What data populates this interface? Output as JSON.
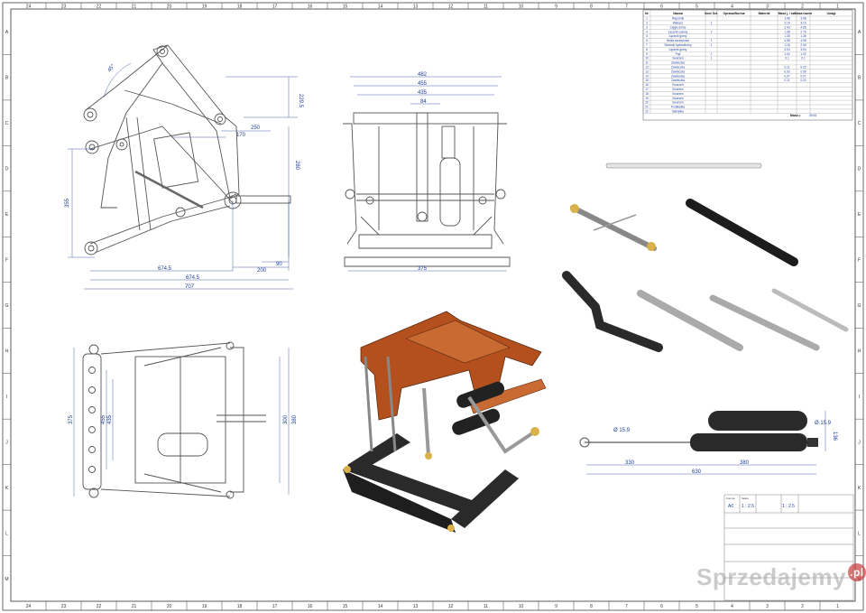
{
  "zones_top": [
    "24",
    "23",
    "22",
    "21",
    "20",
    "19",
    "18",
    "17",
    "16",
    "15",
    "14",
    "13",
    "12",
    "11",
    "10",
    "9",
    "8",
    "7",
    "6",
    "5",
    "4",
    "3",
    "2",
    "1"
  ],
  "zones_side": [
    "A",
    "B",
    "C",
    "D",
    "E",
    "F",
    "G",
    "H",
    "I",
    "J",
    "K",
    "L",
    "M"
  ],
  "bom": {
    "headers": [
      "Nr",
      "Nazwa",
      "Ilość Szt.",
      "Oprawa/Norma",
      "Materiał",
      "Masa j. / szt.",
      "Masa razem",
      "Uwagi"
    ],
    "rows": [
      [
        "1",
        "Wspornik",
        "",
        "",
        "",
        "3.98",
        "3.98",
        ""
      ],
      [
        "2",
        "Wahacz",
        "1",
        "",
        "",
        "3.15",
        "3.15",
        ""
      ],
      [
        "3",
        "Cięgło dolne",
        "",
        "",
        "",
        "2.43",
        "4.86",
        ""
      ],
      [
        "4",
        "Łącznik osiowy",
        "2",
        "",
        "",
        "1.38",
        "2.76",
        ""
      ],
      [
        "5",
        "Łącznik górny",
        "",
        "",
        "",
        "1.38",
        "1.38",
        ""
      ],
      [
        "6",
        "Belka zaczepowa",
        "1",
        "",
        "",
        "4.98",
        "4.98",
        ""
      ],
      [
        "7",
        "Siłownik hydrauliczny",
        "1",
        "",
        "",
        "1.18",
        "2.36",
        ""
      ],
      [
        "8",
        "Łącznik górny",
        "",
        "",
        "",
        "3.94",
        "3.94",
        ""
      ],
      [
        "9",
        "Pręt",
        "1",
        "",
        "",
        "1.02",
        "1.02",
        ""
      ],
      [
        "10",
        "Sworzeń",
        "1",
        "",
        "",
        "0.1",
        "0.1",
        ""
      ],
      [
        "11",
        "Zawleczka",
        "",
        "",
        "",
        "",
        "",
        ""
      ],
      [
        "12",
        "Zawleczka",
        "",
        "",
        "",
        "0.11",
        "0.22",
        ""
      ],
      [
        "13",
        "Zawleczka",
        "",
        "",
        "",
        "0.03",
        "0.06",
        ""
      ],
      [
        "14",
        "Zawleczka",
        "",
        "",
        "",
        "0.07",
        "0.07",
        ""
      ],
      [
        "15",
        "Zawleczka",
        "",
        "",
        "",
        "0.11",
        "0.22",
        ""
      ],
      [
        "16",
        "Sworzeń",
        "",
        "",
        "",
        "",
        "",
        ""
      ],
      [
        "17",
        "Sworzeń",
        "",
        "",
        "",
        "",
        "",
        ""
      ],
      [
        "18",
        "Sworzeń",
        "",
        "",
        "",
        "",
        "",
        ""
      ],
      [
        "19",
        "Sworzeń",
        "",
        "",
        "",
        "",
        "",
        ""
      ],
      [
        "20",
        "Sworzeń",
        "",
        "",
        "",
        "",
        "",
        ""
      ],
      [
        "21",
        "Podkładka",
        "",
        "",
        "",
        "",
        "",
        ""
      ],
      [
        "22",
        "Nakrętka",
        "",
        "",
        "",
        "",
        "",
        ""
      ]
    ],
    "total_label": "Masa =",
    "total_value": "39.08"
  },
  "dims_side": {
    "d1": "229.5",
    "d2": "250",
    "d3": "170",
    "d4": "280",
    "d5": "355",
    "d6": "200",
    "d7": "90",
    "d8": "674.5",
    "d9": "674.5",
    "d10": "707",
    "angle": "45°"
  },
  "dims_front": {
    "w1": "482",
    "w2": "455",
    "w3": "435",
    "w4": "84",
    "w5": "375"
  },
  "dims_plan": {
    "h1": "375",
    "h2": "455",
    "h3": "435",
    "h4": "300",
    "h5": "380"
  },
  "dims_cyl": {
    "dia1": "Ø 15.9",
    "dia2": "Ø 15.9",
    "len1": "330",
    "len2": "380",
    "len3": "630",
    "side": "136"
  },
  "title_block": {
    "format_label": "Format",
    "format_value": "A0",
    "scale_label": "Skala",
    "scale_value": "1 : 2.5",
    "scale2_value": "1 : 2.5"
  },
  "watermark": {
    "text": "Sprzedajemy",
    "badge": ".pl"
  },
  "colors": {
    "frame": "#333333",
    "line": "#555555",
    "dim": "#1c3f9a",
    "orange": "#b4501e",
    "dark": "#2a2a2a",
    "grey": "#9a9a9a"
  }
}
